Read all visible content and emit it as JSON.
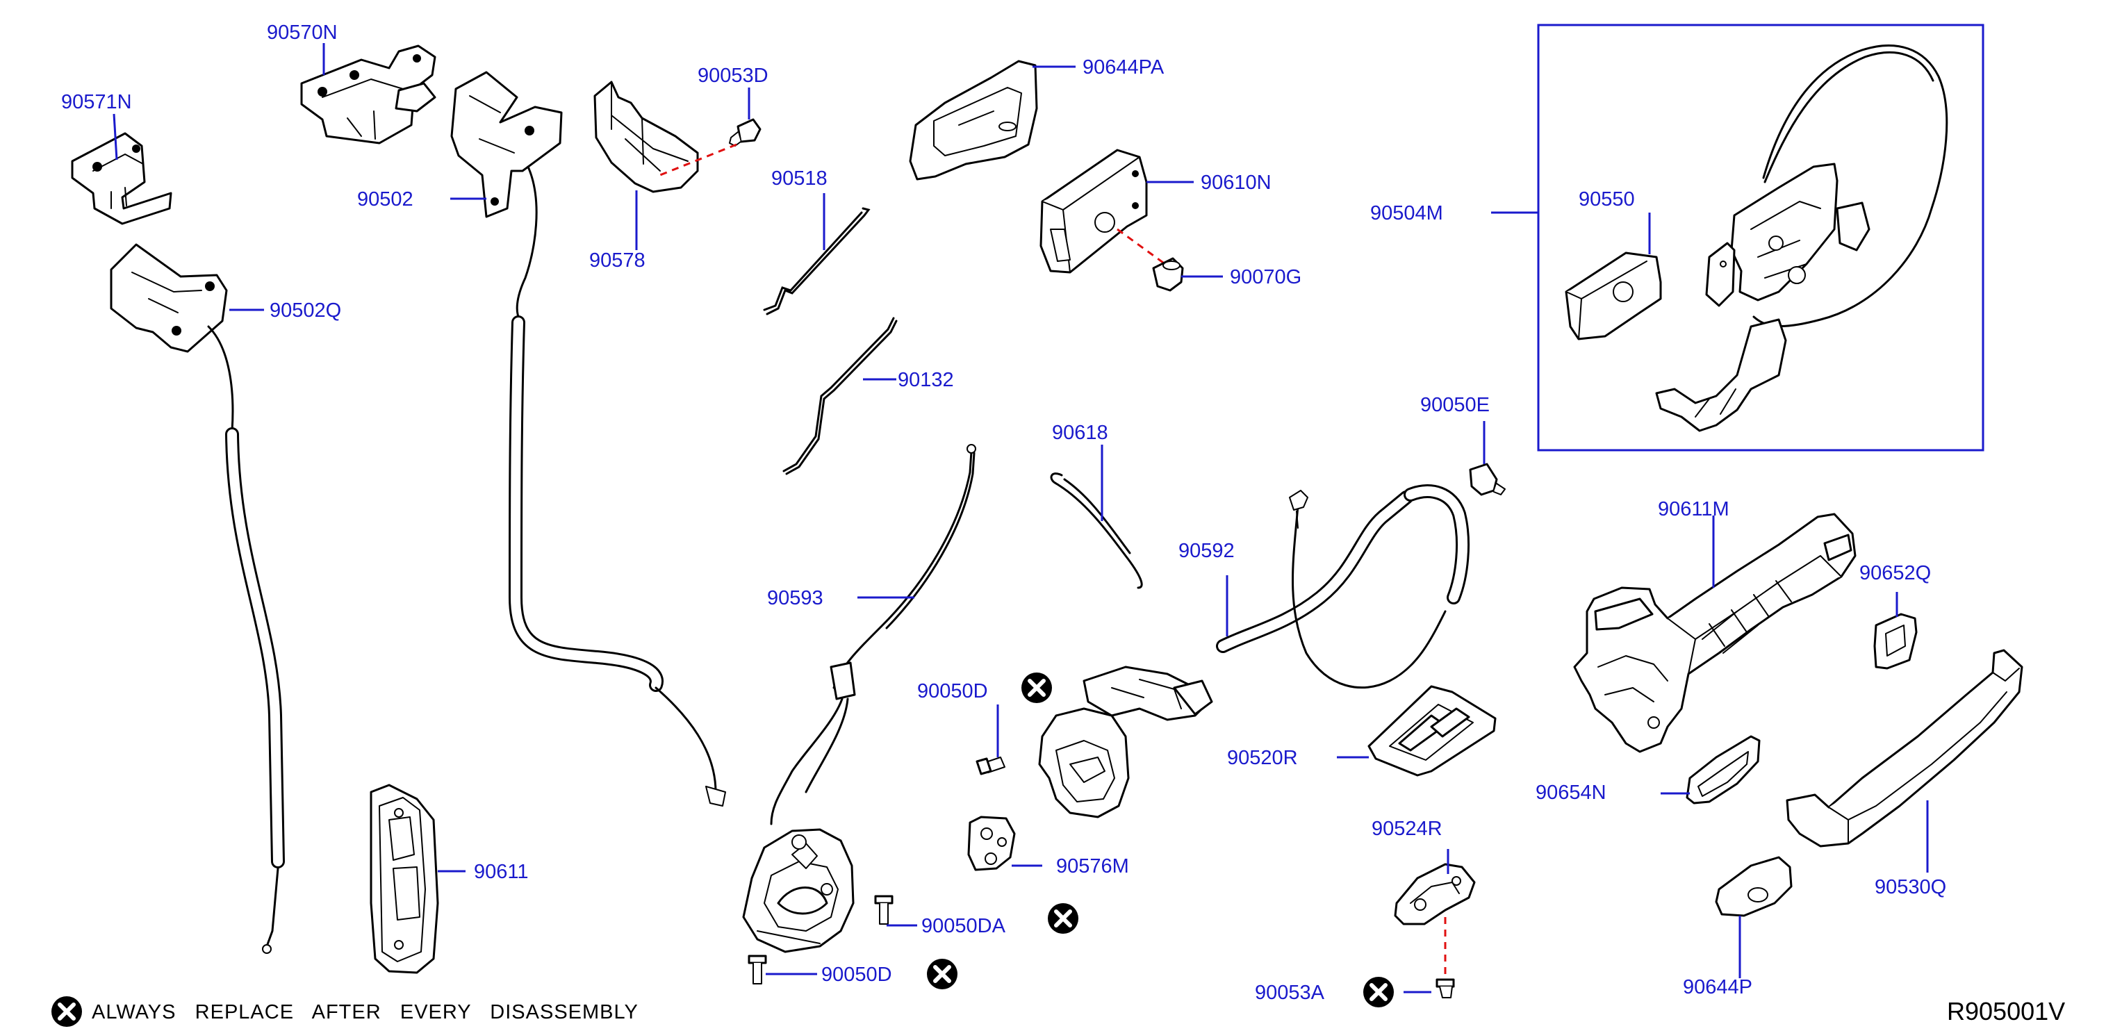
{
  "colors": {
    "label": "#1a1acc",
    "leader": "#1a1acc",
    "frame": "#1a1acc",
    "dashed_link": "#e01010",
    "parts": "#000000",
    "background": "#ffffff"
  },
  "parts": {
    "p90571N": "90571N",
    "p90570N": "90570N",
    "p90502": "90502",
    "p90502Q": "90502Q",
    "p90578": "90578",
    "p90053D_top": "90053D",
    "p90518": "90518",
    "p90132": "90132",
    "p90644PA": "90644PA",
    "p90610N": "90610N",
    "p90070G": "90070G",
    "p90504M": "90504M",
    "p90550": "90550",
    "p90050E": "90050E",
    "p90618": "90618",
    "p90593": "90593",
    "p90592": "90592",
    "p90050D_mid": "90050D",
    "p90520R": "90520R",
    "p90611M": "90611M",
    "p90652Q": "90652Q",
    "p90654N": "90654N",
    "p90576M": "90576M",
    "p90050DA": "90050DA",
    "p90050D_bot": "90050D",
    "p90524R": "90524R",
    "p90053A": "90053A",
    "p90611": "90611",
    "p90530Q": "90530Q",
    "p90644P": "90644P"
  },
  "note": {
    "icon": "x-circle-icon",
    "text": "ALWAYS   REPLACE   AFTER   EVERY   DISASSEMBLY"
  },
  "reference_code": "R905001V"
}
